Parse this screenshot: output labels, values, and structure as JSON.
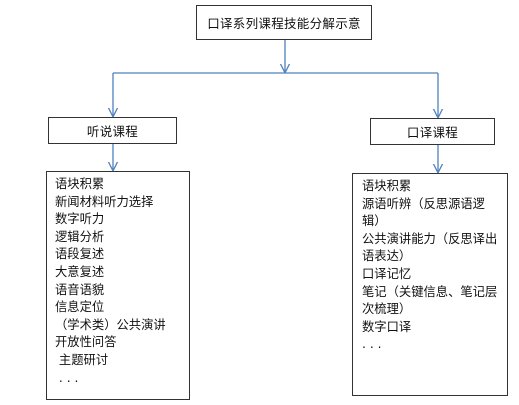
{
  "diagram": {
    "root": "口译系列课程技能分解示意",
    "branches": [
      {
        "label": "听说课程",
        "items": [
          "语块积累",
          "新闻材料听力选择",
          "数字听力",
          "逻辑分析",
          "语段复述",
          "大意复述",
          "语音语貌",
          "信息定位",
          "（学术类）公共演讲",
          "开放性问答",
          " 主题研讨",
          " . . ."
        ]
      },
      {
        "label": "口译课程",
        "items": [
          "语块积累",
          "源语听辨（反思源语逻辑）",
          "公共演讲能力（反思译出语表达）",
          "口译记忆",
          "笔记（关键信息、笔记层次梳理）",
          "数字口译",
          ". . ."
        ]
      }
    ],
    "colors": {
      "connector": "#4f81bd",
      "border": "#333333"
    }
  }
}
